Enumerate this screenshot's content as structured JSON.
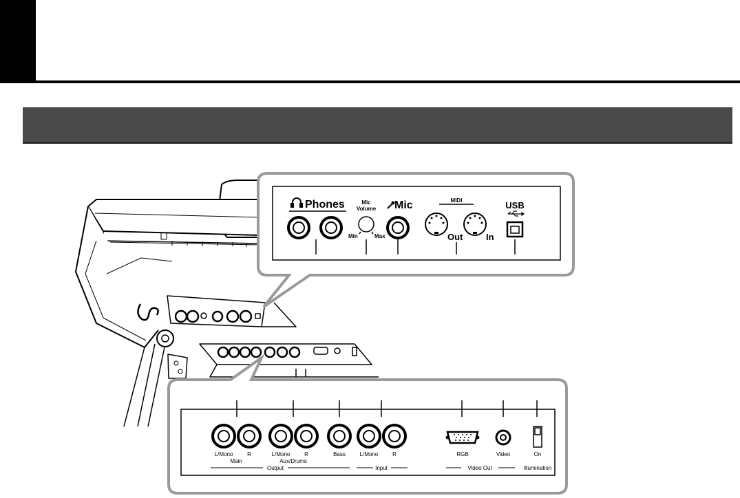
{
  "page": {
    "heading_block_color": "#000000",
    "section_bar_color": "#4a4a4a"
  },
  "top_panel": {
    "phones_label": "Phones",
    "mic_volume_label_line1": "Mic",
    "mic_volume_label_line2": "Volume",
    "mic_volume_min": "Min",
    "mic_volume_max": "Max",
    "mic_label": "Mic",
    "midi_label": "MIDI",
    "midi_out_label": "Out",
    "midi_in_label": "In",
    "usb_label": "USB",
    "icons": [
      "headphones-icon",
      "microphone-icon",
      "usb-icon"
    ]
  },
  "bottom_panel": {
    "jack_labels": [
      "L/Mono",
      "R",
      "L/Mono",
      "R",
      "Bass",
      "L/Mono",
      "R",
      "RGB",
      "Video",
      "On"
    ],
    "main_label": "Main",
    "aux_drums_label": "Aux/Drums",
    "output_group_label": "Output",
    "input_group_label": "Input",
    "video_out_group_label": "Video Out",
    "illumination_label": "Illumination"
  }
}
